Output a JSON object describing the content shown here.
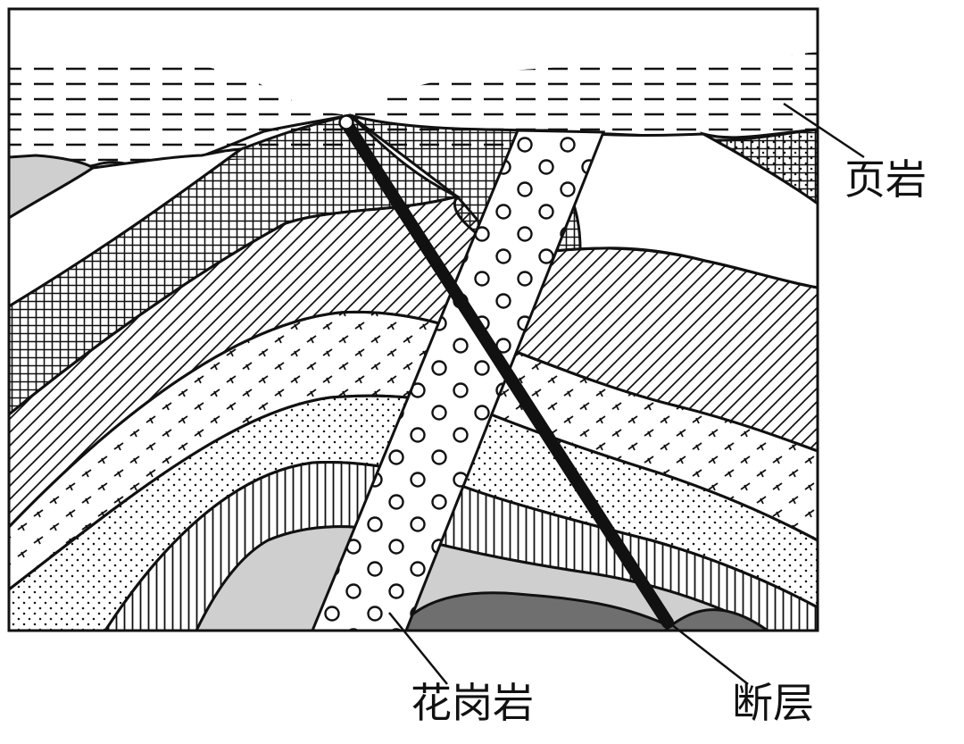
{
  "labels": {
    "shale": "页岩",
    "granite": "花岗岩",
    "fault": "断层"
  },
  "colors": {
    "ink": "#111111",
    "paper": "#ffffff",
    "light_gray": "#cfcfcf",
    "dark_gray": "#6f6f6f"
  }
}
